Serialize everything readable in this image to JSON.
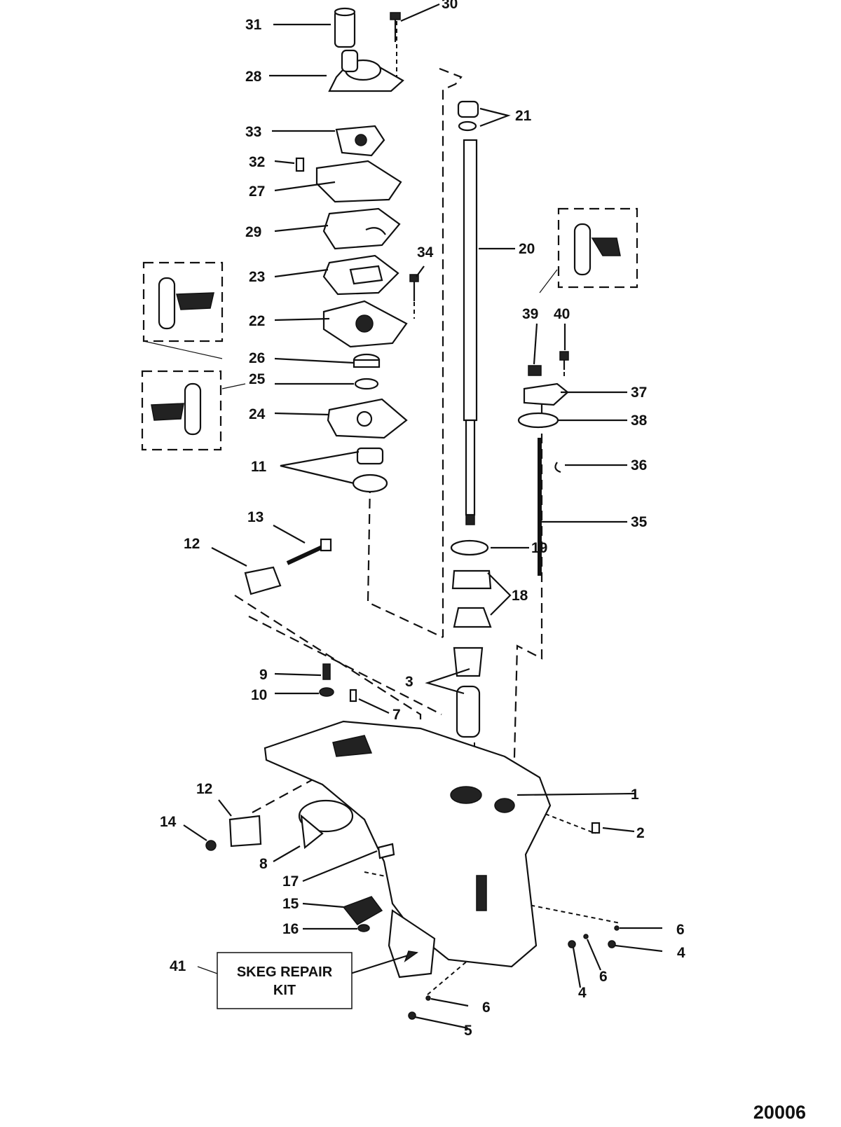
{
  "figure_number": "20006",
  "callouts": [
    "1",
    "2",
    "3",
    "4",
    "4",
    "5",
    "6",
    "6",
    "6",
    "7",
    "8",
    "9",
    "10",
    "11",
    "12",
    "12",
    "13",
    "14",
    "15",
    "16",
    "17",
    "18",
    "19",
    "20",
    "21",
    "22",
    "23",
    "24",
    "25",
    "26",
    "27",
    "28",
    "29",
    "30",
    "31",
    "32",
    "33",
    "34",
    "35",
    "36",
    "37",
    "38",
    "39",
    "40",
    "41"
  ],
  "skeg_kit": {
    "line1": "SKEG REPAIR",
    "line2": "KIT"
  },
  "colors": {
    "ink": "#111111",
    "background": "#ffffff"
  }
}
